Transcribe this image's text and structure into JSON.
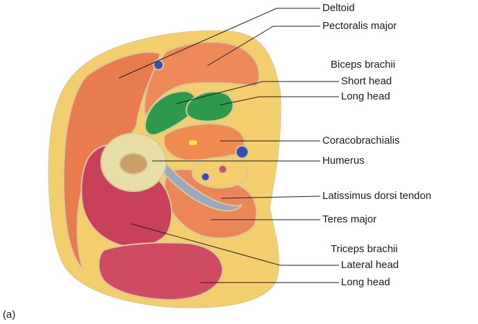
{
  "panel_label": "(a)",
  "labels": {
    "deltoid": "Deltoid",
    "pectoralis_major": "Pectoralis major",
    "biceps_brachii": "Biceps brachii",
    "short_head": "Short head",
    "long_head_biceps": "Long head",
    "coracobrachialis": "Coracobrachialis",
    "humerus": "Humerus",
    "latissimus_dorsi_tendon": "Latissimus dorsi tendon",
    "teres_major": "Teres major",
    "triceps_brachii": "Triceps brachii",
    "lateral_head": "Lateral head",
    "long_head_triceps": "Long head"
  },
  "colors": {
    "skin_fat": "#f2cf6c",
    "deltoid": "#e97c4f",
    "pectoralis": "#ee8a5a",
    "biceps": "#2c9a4a",
    "coracobrachialis": "#f08a50",
    "bone_cortex": "#e6e0a8",
    "marrow": "#c9a06a",
    "triceps_lateral": "#c9405a",
    "triceps_long": "#d04a62",
    "teres_major": "#ec8658",
    "latissimus_tendon": "#9aa8c0",
    "vessel_blue": "#3a4db0",
    "vessel_red": "#d0506a"
  }
}
